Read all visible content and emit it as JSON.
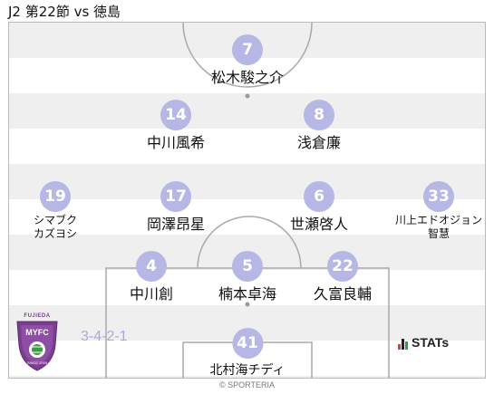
{
  "header": {
    "title": "J2 第22節 vs 徳島"
  },
  "players": [
    {
      "number": "7",
      "name": "松木駿之介"
    },
    {
      "number": "14",
      "name": "中川風希"
    },
    {
      "number": "8",
      "name": "浅倉廉"
    },
    {
      "number": "19",
      "name_lines": [
        "シマブク",
        "カズヨシ"
      ]
    },
    {
      "number": "17",
      "name": "岡澤昂星"
    },
    {
      "number": "6",
      "name": "世瀬啓人"
    },
    {
      "number": "33",
      "name_lines": [
        "川上エドオジョン",
        "智慧"
      ]
    },
    {
      "number": "4",
      "name": "中川創"
    },
    {
      "number": "5",
      "name": "楠本卓海"
    },
    {
      "number": "22",
      "name": "久富良輔"
    },
    {
      "number": "41",
      "name": "北村海チディ"
    }
  ],
  "formation": "3-4-2-1",
  "club_emblem": {
    "text": "FUJIEDA MYFC",
    "since": "SINCE 2009",
    "color": "#7a3d8f"
  },
  "stats_logo": {
    "text": "STATs",
    "bar_colors": [
      "#e23a3a",
      "#222222",
      "#3a9a3a"
    ]
  },
  "credit": "© SPORTERIA"
}
